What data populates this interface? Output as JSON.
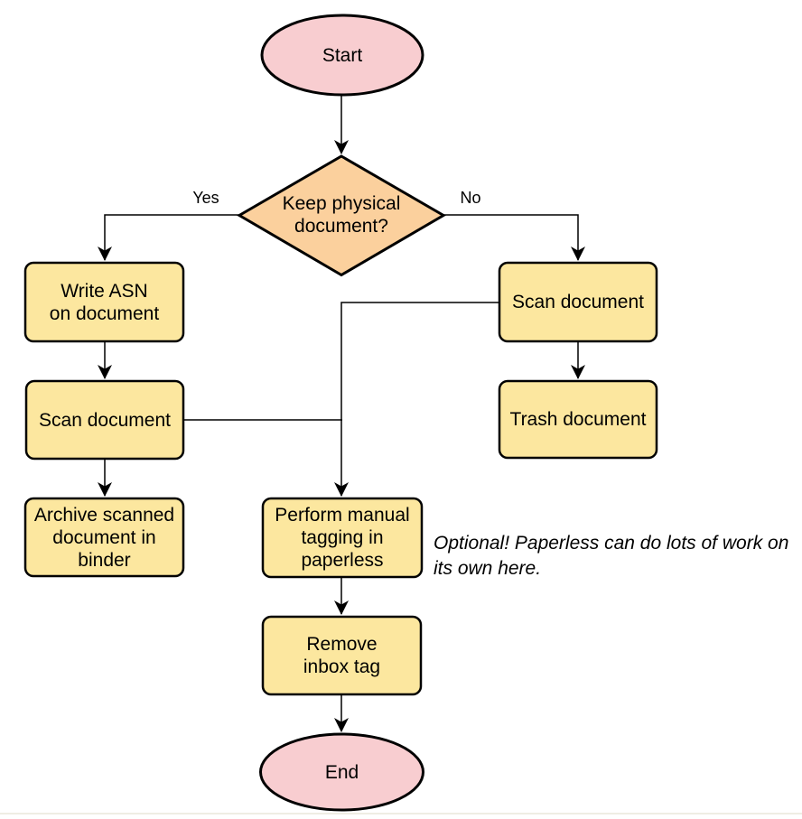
{
  "diagram": {
    "colors": {
      "terminator_fill": "#F8CDD0",
      "decision_fill": "#FBD09D",
      "process_fill": "#FCE79F",
      "stroke": "#000000"
    },
    "nodes": {
      "start": {
        "label": "Start"
      },
      "decision": {
        "label": "Keep physical\ndocument?"
      },
      "write_asn": {
        "label": "Write ASN\non document"
      },
      "scan_left": {
        "label": "Scan document"
      },
      "archive": {
        "label": "Archive scanned\ndocument in\nbinder"
      },
      "scan_right": {
        "label": "Scan document"
      },
      "trash": {
        "label": "Trash document"
      },
      "tagging": {
        "label": "Perform manual\ntagging in\npaperless"
      },
      "remove_inbox": {
        "label": "Remove\ninbox tag"
      },
      "end": {
        "label": "End"
      }
    },
    "edge_labels": {
      "yes": "Yes",
      "no": "No"
    },
    "annotation": "Optional! Paperless can do lots of work on\nits own here."
  }
}
